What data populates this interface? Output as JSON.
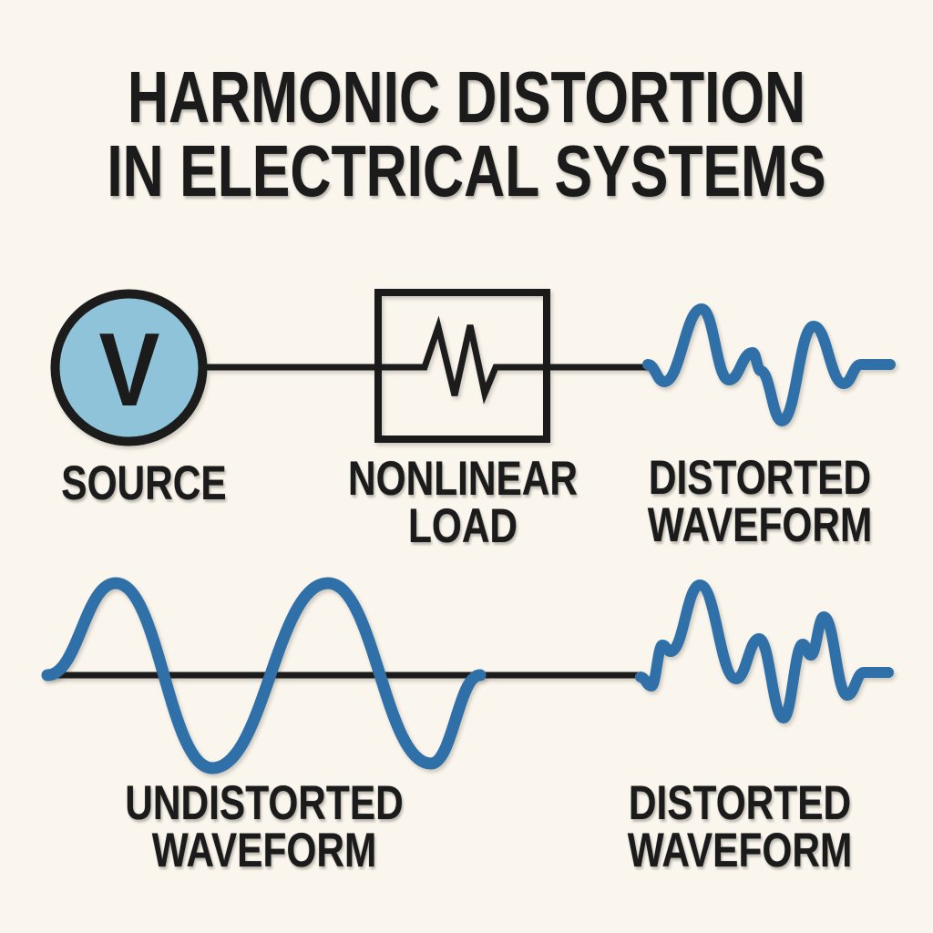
{
  "title": {
    "line1": "HARMONIC DISTORTION",
    "line2": "IN ELECTRICAL SYSTEMS"
  },
  "circuit": {
    "source_symbol": "V",
    "source_label": "SOURCE",
    "load_label": {
      "line1": "NONLINEAR",
      "line2": "LOAD"
    },
    "output_label": {
      "line1": "DISTORTED",
      "line2": "WAVEFORM"
    }
  },
  "comparison": {
    "undistorted_label": {
      "line1": "UNDISTORTED",
      "line2": "WAVEFORM"
    },
    "distorted_label": {
      "line1": "DISTORTED",
      "line2": "WAVEFORM"
    }
  },
  "colors": {
    "background": "#faf6ed",
    "ink": "#1c1c1c",
    "source_fill": "#8ec3d9",
    "waveform_blue": "#3070a8"
  }
}
